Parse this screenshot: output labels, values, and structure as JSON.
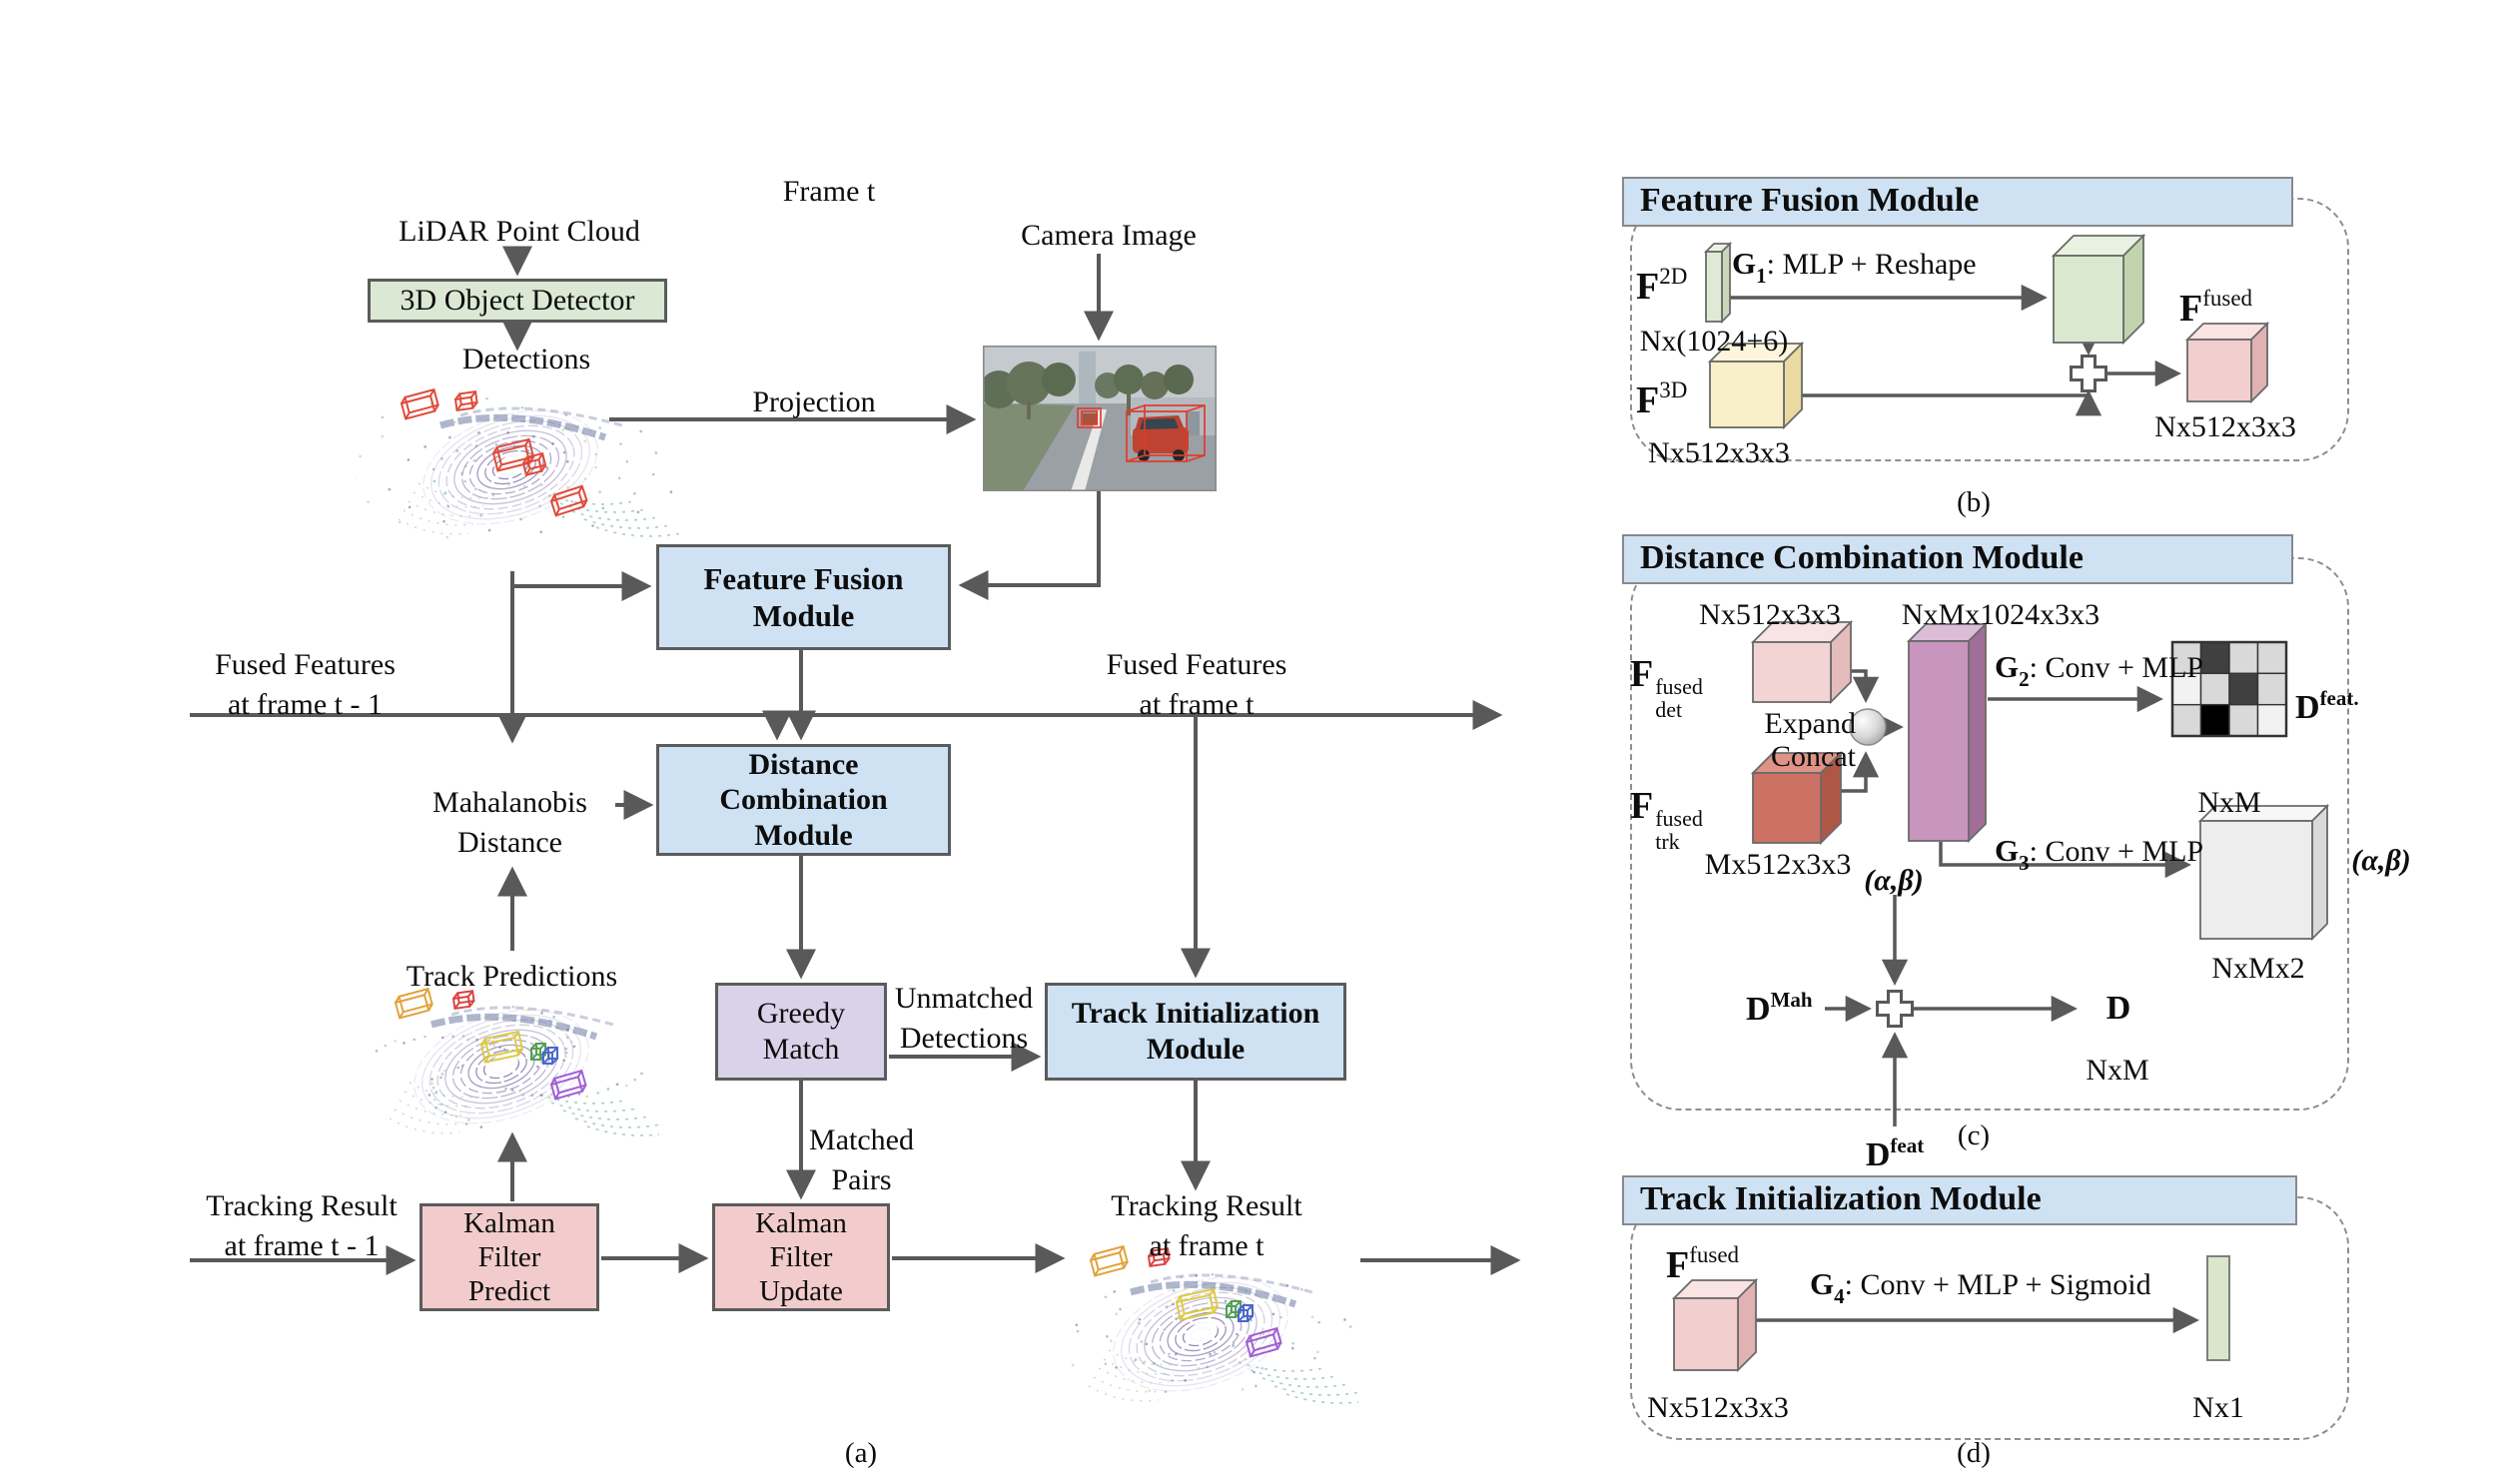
{
  "panel_a": {
    "caption": "(a)",
    "frame_label": "Frame t",
    "lidar_label": "LiDAR Point Cloud",
    "detector_box": "3D Object Detector",
    "detections_label": "Detections",
    "projection_label": "Projection",
    "camera_label": "Camera Image",
    "feature_fusion_box": "Feature Fusion\nModule",
    "fused_features_t1": "Fused Features\nat frame t - 1",
    "fused_features_t": "Fused Features\nat frame t",
    "mahalanobis_label": "Mahalanobis\nDistance",
    "distance_combination_box": "Distance\nCombination\nModule",
    "track_predictions_label": "Track Predictions",
    "greedy_match_box": "Greedy\nMatch",
    "unmatched_label": "Unmatched\nDetections",
    "track_init_box": "Track Initialization\nModule",
    "matched_label": "Matched\nPairs",
    "kalman_predict_box": "Kalman\nFilter\nPredict",
    "kalman_update_box": "Kalman\nFilter\nUpdate",
    "tracking_result_t1": "Tracking Result\nat frame t - 1",
    "tracking_result_t": "Tracking Result\nat frame t"
  },
  "panel_b": {
    "caption": "(b)",
    "title": "Feature Fusion Module",
    "f2d": {
      "base": "F",
      "sup": "2D"
    },
    "g1": {
      "base": "G",
      "sub": "1",
      "rest": ": MLP + Reshape"
    },
    "n_1024_6": "Nx(1024+6)",
    "f3d": {
      "base": "F",
      "sup": "3D"
    },
    "n512_in": "Nx512x3x3",
    "ffused": {
      "base": "F",
      "sup": "fused"
    },
    "n512_out": "Nx512x3x3"
  },
  "panel_c": {
    "caption": "(c)",
    "title": "Distance Combination Module",
    "n512_det": "Nx512x3x3",
    "nm1024": "NxMx1024x3x3",
    "fdet": {
      "base": "F",
      "sup": "fused",
      "sub": "det"
    },
    "expand_label": "Expand",
    "concat_label": "Concat",
    "ftrk": {
      "base": "F",
      "sup": "fused",
      "sub": "trk"
    },
    "m512_trk": "Mx512x3x3",
    "g2": {
      "base": "G",
      "sub": "2",
      "rest": ": Conv + MLP"
    },
    "g3": {
      "base": "G",
      "sub": "3",
      "rest": ": Conv + MLP"
    },
    "dfeat_out": {
      "base": "D",
      "sup": "feat."
    },
    "nxm_feat": "NxM",
    "alpha_beta_mid": "(α,β)",
    "alpha_beta_right": "(α,β)",
    "nmx2": "NxMx2",
    "dmah": {
      "base": "D",
      "sup": "Mah"
    },
    "d_out": "D",
    "nxm_out": "NxM",
    "dfeat_in": {
      "base": "D",
      "sup": "feat"
    },
    "matrix_cells": [
      "#d9d9d9",
      "#404040",
      "#d9d9d9",
      "#d9d9d9",
      "#f2f2f2",
      "#d9d9d9",
      "#404040",
      "#d9d9d9",
      "#d9d9d9",
      "#000000",
      "#d9d9d9",
      "#f2f2f2"
    ]
  },
  "panel_d": {
    "caption": "(d)",
    "title": "Track Initialization Module",
    "ffused": {
      "base": "F",
      "sup": "fused"
    },
    "g4": {
      "base": "G",
      "sub": "4",
      "rest": ": Conv + MLP + Sigmoid"
    },
    "n512": "Nx512x3x3",
    "nx1": "Nx1"
  },
  "colors": {
    "module_blue": "#cfe2f3",
    "detector_green": "#dbe8d4",
    "greedy_purple": "#d9d2e9",
    "kalman_pink": "#f2cccc",
    "line_gray": "#595959",
    "detection_box_red": "#e04b3a"
  }
}
